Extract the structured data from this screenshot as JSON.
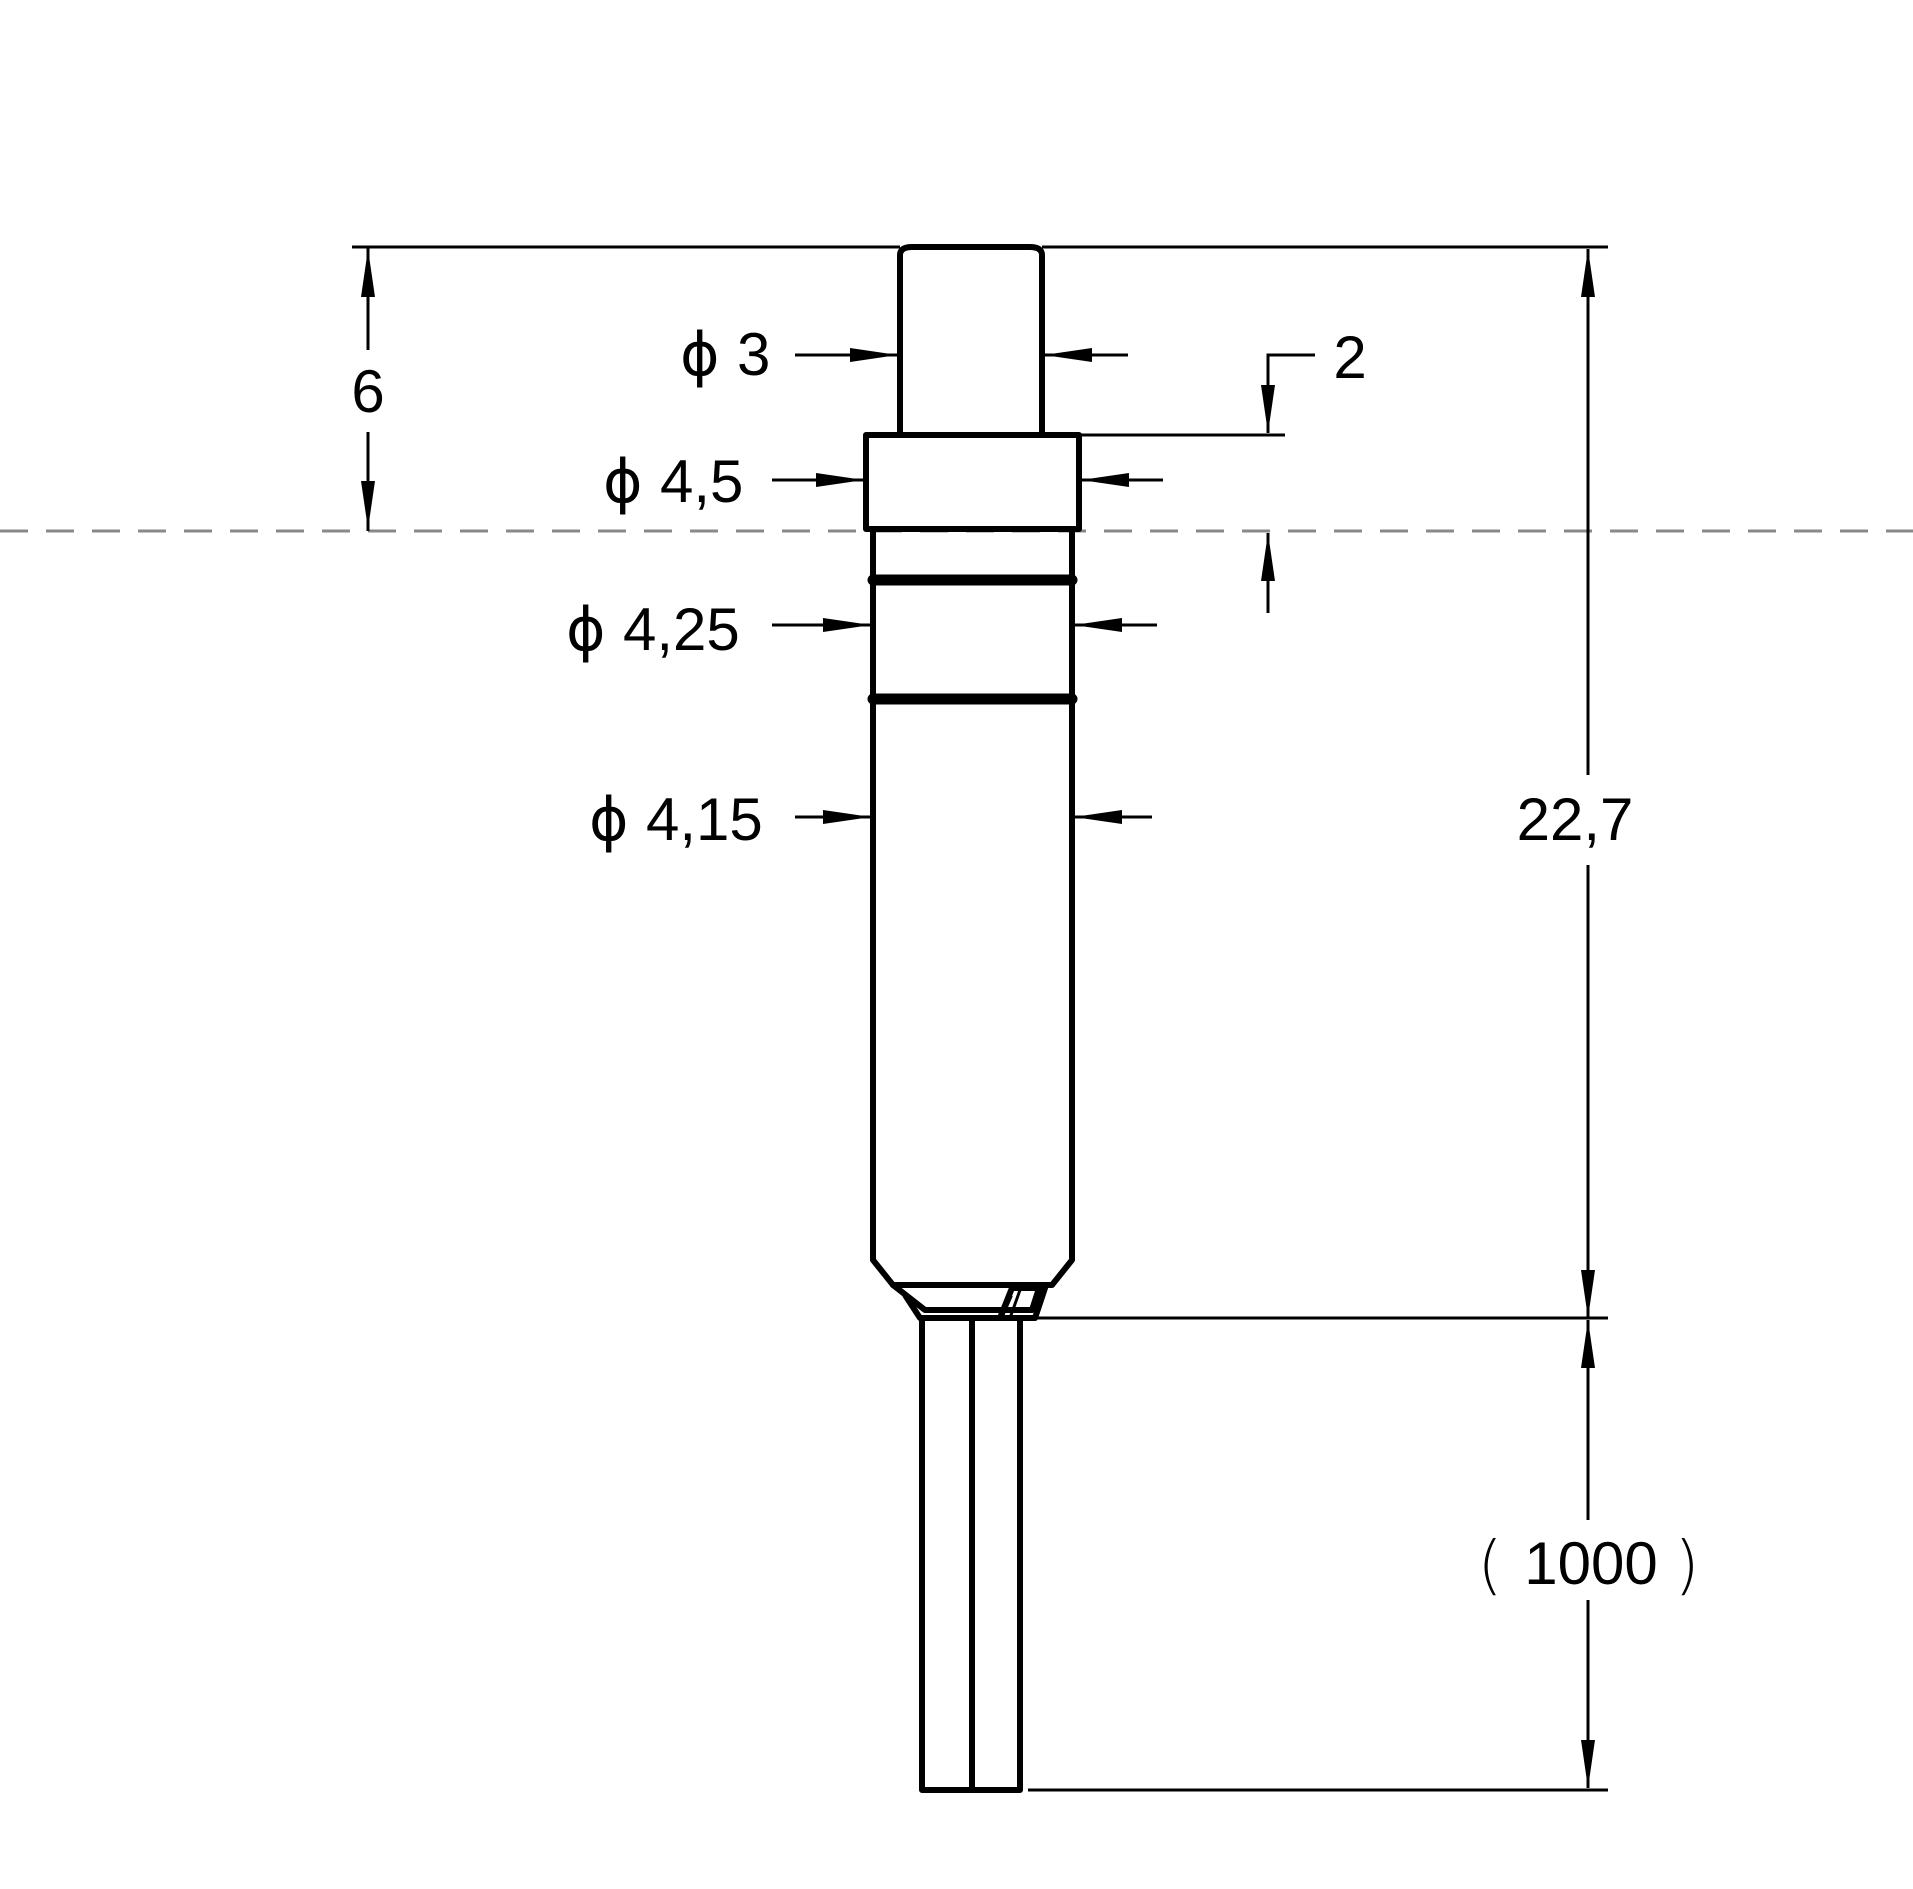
{
  "drawing": {
    "diameter_symbol": "ϕ",
    "dimensions": {
      "tip_diameter": "3",
      "collar_diameter": "4,5",
      "body_diameter_upper": "4,25",
      "body_diameter_lower": "4,15",
      "collar_height": "2",
      "top_length": "6",
      "overall_length": "22,7",
      "cable_length": "1000"
    },
    "cable_length_open_paren": "(",
    "cable_length_close_paren": ")"
  }
}
